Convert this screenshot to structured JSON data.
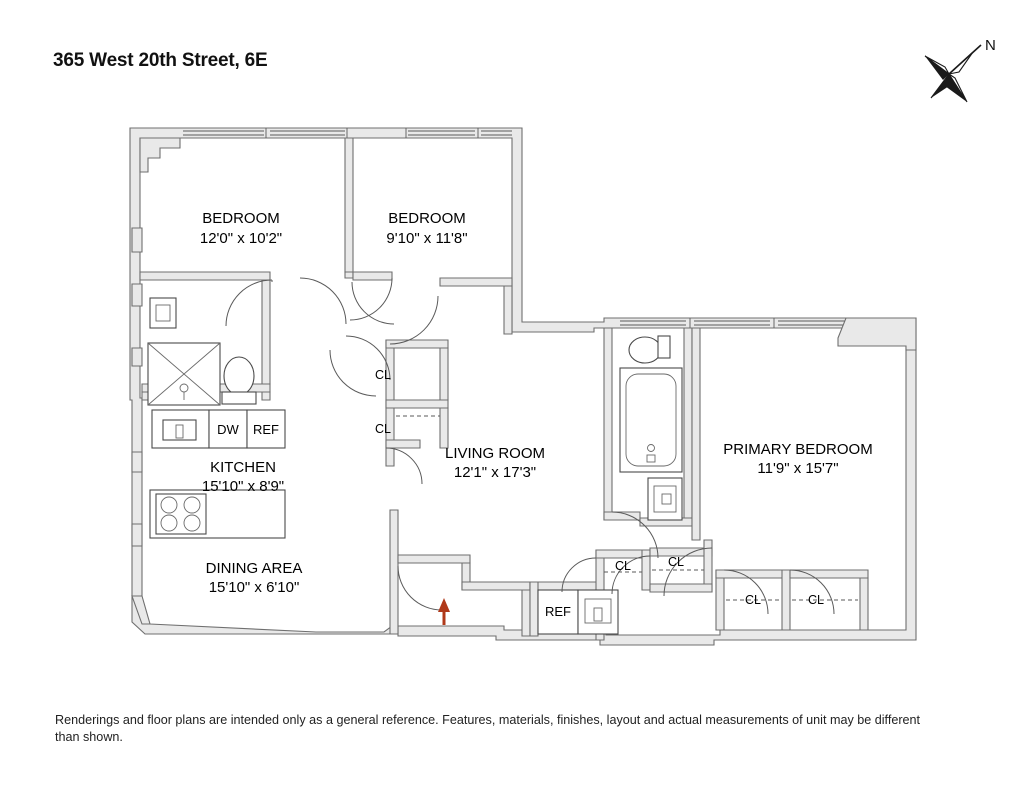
{
  "header": {
    "title": "365 West 20th Street, 6E"
  },
  "compass": {
    "icon": "compass-star-icon",
    "north_label": "N"
  },
  "floorplan": {
    "rooms": [
      {
        "name": "BEDROOM",
        "dimensions": "12'0\" x 10'2\""
      },
      {
        "name": "BEDROOM",
        "dimensions": "9'10\" x 11'8\""
      },
      {
        "name": "KITCHEN",
        "dimensions": "15'10\" x 8'9\""
      },
      {
        "name": "DINING AREA",
        "dimensions": "15'10\" x 6'10\""
      },
      {
        "name": "LIVING ROOM",
        "dimensions": "12'1\" x 17'3\""
      },
      {
        "name": "PRIMARY BEDROOM",
        "dimensions": "11'9\" x 15'7\""
      }
    ],
    "closets": [
      {
        "label": "CL"
      },
      {
        "label": "CL"
      },
      {
        "label": "CL"
      },
      {
        "label": "CL"
      },
      {
        "label": "CL"
      },
      {
        "label": "CL"
      }
    ],
    "appliances": [
      {
        "label": "DW",
        "name": "dishwasher"
      },
      {
        "label": "REF",
        "name": "refrigerator-kitchen"
      },
      {
        "label": "REF",
        "name": "refrigerator-entry"
      }
    ],
    "entry_marker": {
      "name": "entry-arrow",
      "color": "#b0391a"
    },
    "colors": {
      "wall_fill": "#e9e9e9",
      "wall_stroke": "#6f6f6f",
      "fixture_stroke": "#4a4a4a",
      "text": "#000000"
    }
  },
  "footer": {
    "disclaimer": "Renderings and floor plans are intended only as a general reference. Features, materials, finishes, layout and actual measurements of unit may be different than shown."
  }
}
